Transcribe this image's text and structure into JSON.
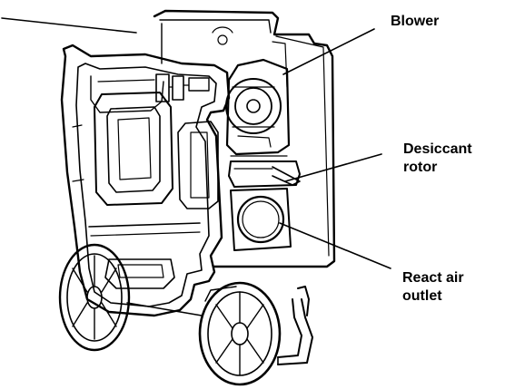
{
  "labels": {
    "blower": "Blower",
    "desiccant_rotor": [
      "Desiccant",
      "rotor"
    ],
    "react_air_outlet": [
      "React air",
      "outlet"
    ]
  },
  "colors": {
    "line": "#000000",
    "background": "#ffffff"
  }
}
